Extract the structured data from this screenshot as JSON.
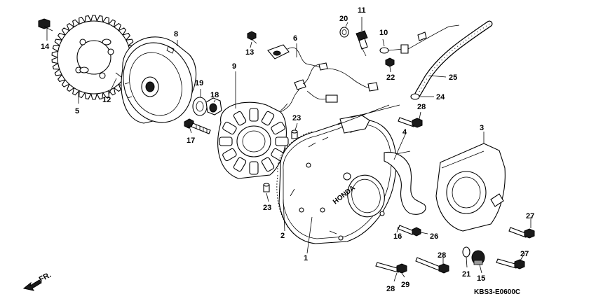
{
  "diagram": {
    "code": "KBS3-E0600C",
    "direction_label": "FR.",
    "callouts": [
      {
        "id": "c1",
        "num": "1"
      },
      {
        "id": "c2",
        "num": "2"
      },
      {
        "id": "c3",
        "num": "3"
      },
      {
        "id": "c4",
        "num": "4"
      },
      {
        "id": "c5",
        "num": "5"
      },
      {
        "id": "c6",
        "num": "6"
      },
      {
        "id": "c8",
        "num": "8"
      },
      {
        "id": "c9",
        "num": "9"
      },
      {
        "id": "c10",
        "num": "10"
      },
      {
        "id": "c11",
        "num": "11"
      },
      {
        "id": "c12",
        "num": "12"
      },
      {
        "id": "c13",
        "num": "13"
      },
      {
        "id": "c14",
        "num": "14"
      },
      {
        "id": "c15",
        "num": "15"
      },
      {
        "id": "c16",
        "num": "16"
      },
      {
        "id": "c17",
        "num": "17"
      },
      {
        "id": "c18",
        "num": "18"
      },
      {
        "id": "c19",
        "num": "19"
      },
      {
        "id": "c20",
        "num": "20"
      },
      {
        "id": "c21",
        "num": "21"
      },
      {
        "id": "c22",
        "num": "22"
      },
      {
        "id": "c23a",
        "num": "23"
      },
      {
        "id": "c23b",
        "num": "23"
      },
      {
        "id": "c24",
        "num": "24"
      },
      {
        "id": "c25",
        "num": "25"
      },
      {
        "id": "c26",
        "num": "26"
      },
      {
        "id": "c27a",
        "num": "27"
      },
      {
        "id": "c27b",
        "num": "27"
      },
      {
        "id": "c28a",
        "num": "28"
      },
      {
        "id": "c28b",
        "num": "28"
      },
      {
        "id": "c28c",
        "num": "28"
      },
      {
        "id": "c29",
        "num": "29"
      }
    ],
    "cover_lettering": "HONDA"
  }
}
